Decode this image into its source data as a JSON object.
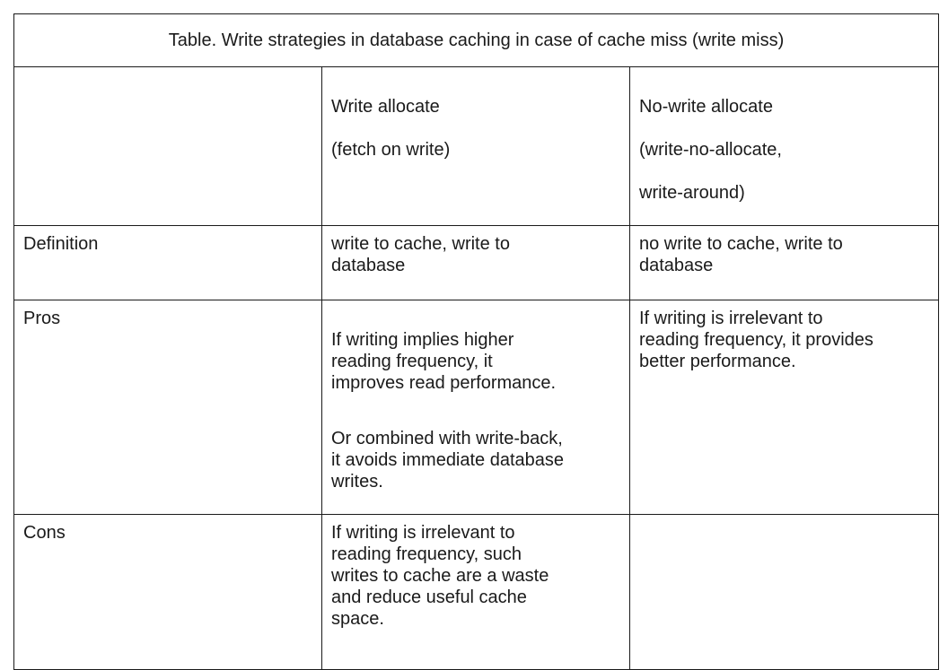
{
  "table": {
    "caption": "Table. Write strategies in database caching in case of cache miss (write miss)",
    "columns": [
      {
        "lines": [
          "Write allocate",
          "(fetch on write)"
        ]
      },
      {
        "lines": [
          "No-write allocate",
          "(write-no-allocate,",
          "write-around)"
        ]
      }
    ],
    "rows": {
      "definition": {
        "label": "Definition",
        "write_allocate": "write to cache, write to\ndatabase",
        "no_write_allocate": "no write to cache, write to\ndatabase"
      },
      "pros": {
        "label": "Pros",
        "write_allocate": [
          "If writing implies higher\nreading frequency, it\nimproves read performance.",
          "Or combined with write-back,\nit avoids immediate database\nwrites."
        ],
        "no_write_allocate": "If writing is irrelevant to\nreading frequency, it provides\nbetter performance."
      },
      "cons": {
        "label": "Cons",
        "write_allocate": "If writing is irrelevant to\nreading frequency, such\nwrites to cache are a waste\nand reduce useful cache\nspace.",
        "no_write_allocate": ""
      }
    }
  }
}
